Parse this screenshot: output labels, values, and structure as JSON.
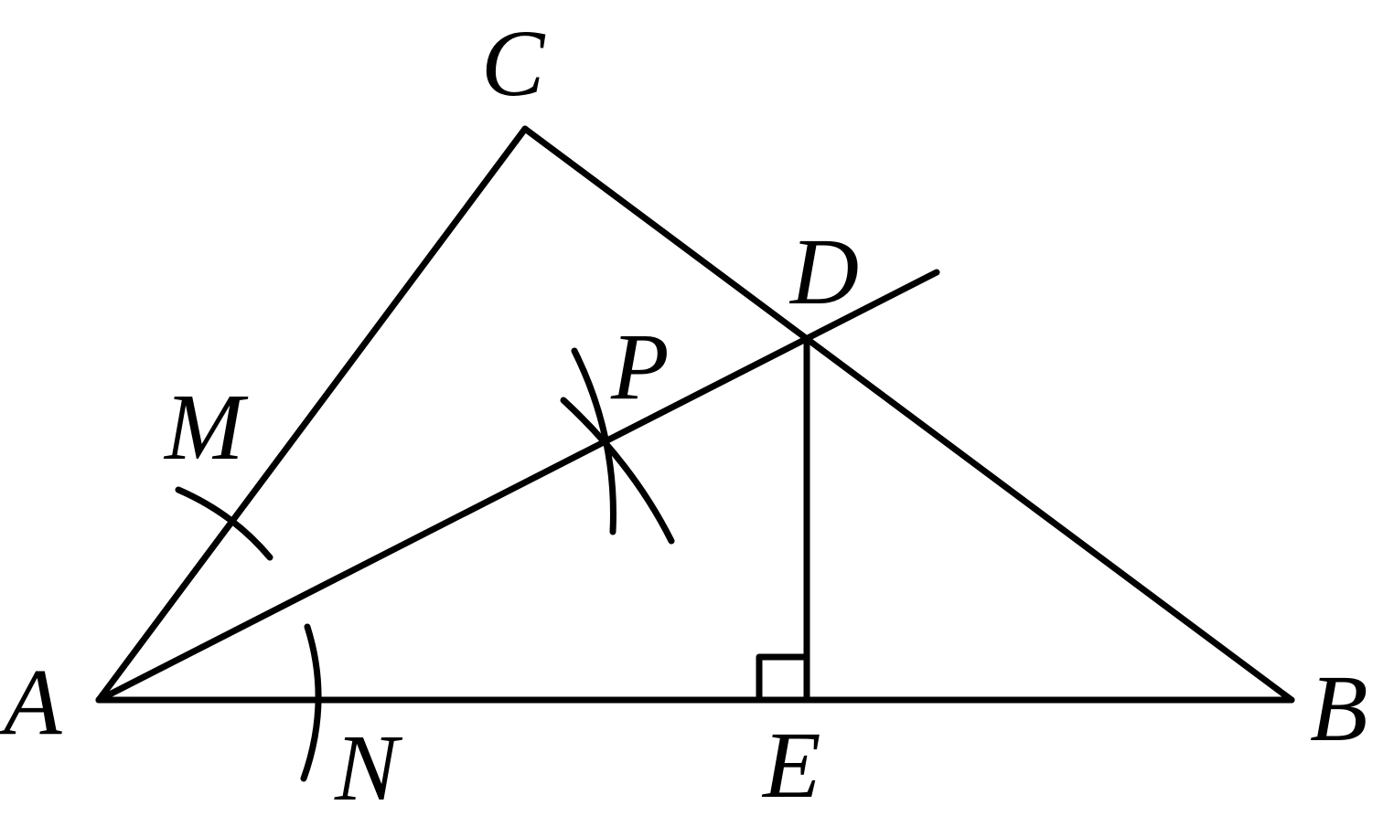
{
  "diagram": {
    "labels": {
      "A": "A",
      "B": "B",
      "C": "C",
      "D": "D",
      "E": "E",
      "M": "M",
      "N": "N",
      "P": "P"
    },
    "colors": {
      "stroke": "#000000",
      "background": "#ffffff"
    }
  }
}
